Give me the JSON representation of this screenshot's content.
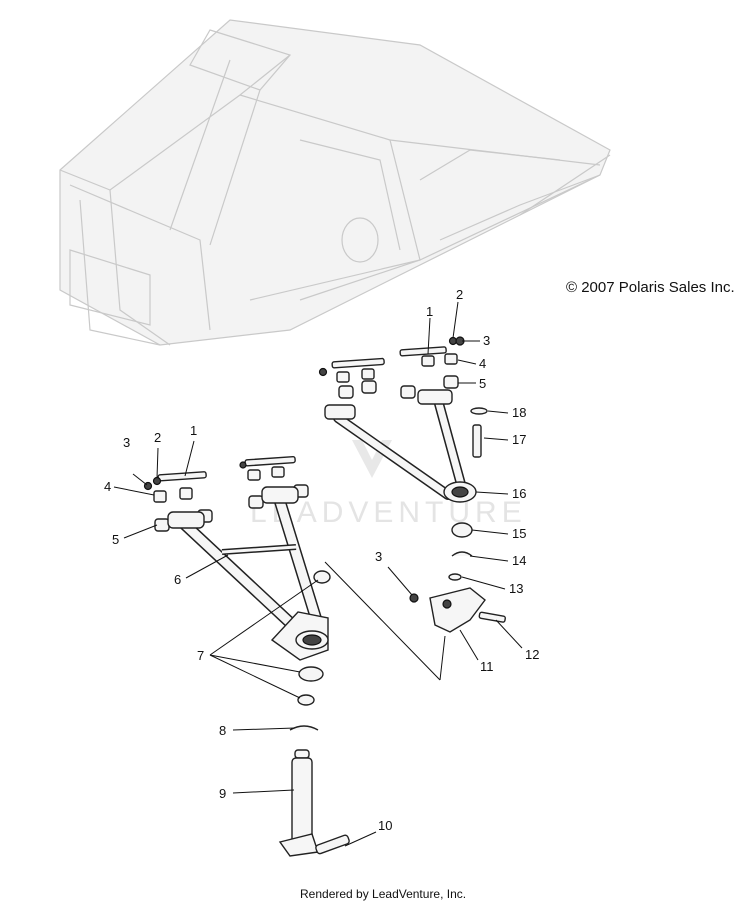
{
  "copyright": "© 2007 Polaris Sales Inc.",
  "footer": "Rendered by LeadVenture, Inc.",
  "watermark": "LEADVENTURE",
  "callouts": {
    "c1a": "1",
    "c2a": "2",
    "c3a": "3",
    "c4a": "4",
    "c5a": "5",
    "c18": "18",
    "c17": "17",
    "c16": "16",
    "c15": "15",
    "c14": "14",
    "c13": "13",
    "c3b": "3",
    "c12": "12",
    "c11": "11",
    "c3c": "3",
    "c2b": "2",
    "c1b": "1",
    "c4b": "4",
    "c5b": "5",
    "c6": "6",
    "c7": "7",
    "c8": "8",
    "c9": "9",
    "c10": "10"
  }
}
